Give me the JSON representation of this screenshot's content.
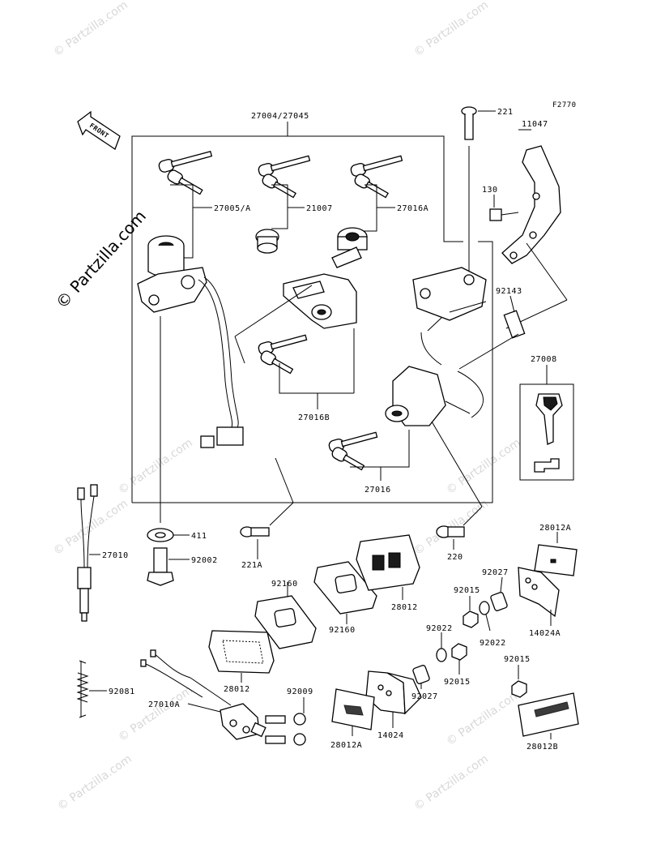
{
  "watermark": {
    "text": "© Partzilla.com",
    "tile_text": "© Partzilla.com",
    "color": "#d8d8d8"
  },
  "figure_code": "F2770",
  "front_label": "FRONT",
  "parts": {
    "p27004": "27004/27045",
    "p221": "221",
    "p11047": "11047",
    "p27005a": "27005/A",
    "p21007": "21007",
    "p27016a": "27016A",
    "p130": "130",
    "p92143": "92143",
    "p27008": "27008",
    "p27016b": "27016B",
    "p27016": "27016",
    "p411": "411",
    "p27010": "27010",
    "p92002": "92002",
    "p221a": "221A",
    "p220": "220",
    "p28012a_top": "28012A",
    "p92160_a": "92160",
    "p92160_b": "92160",
    "p28012_mid": "28012",
    "p92027_top": "92027",
    "p92015_top": "92015",
    "p14024a": "14024A",
    "p92022_top": "92022",
    "p92022_mid": "92022",
    "p92015_mid": "92015",
    "p92015_low": "92015",
    "p92081": "92081",
    "p28012_low": "28012",
    "p92009": "92009",
    "p27010a": "27010A",
    "p92027_low": "92027",
    "p28012a_low": "28012A",
    "p14024": "14024",
    "p28012b": "28012B"
  }
}
